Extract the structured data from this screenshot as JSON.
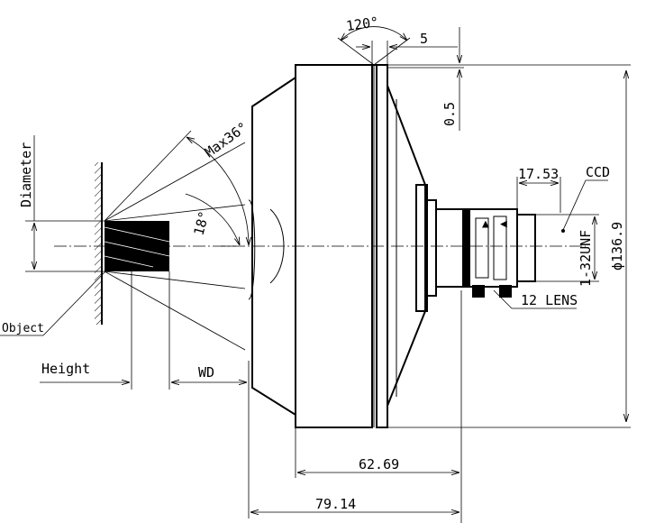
{
  "dimensions": {
    "angle_top": "120°",
    "rim_width": "5",
    "rim_offset": "0.5",
    "adapter_length": "17.53",
    "diameter": "ϕ136.9",
    "thread": "1-32UNF",
    "body_length": "62.69",
    "total_length": "79.14",
    "field_angle_max": "Max36°",
    "field_angle": "18°"
  },
  "labels": {
    "ccd": "CCD",
    "lens": "12 LENS",
    "diameter": "Diameter",
    "object": "Object",
    "height": "Height",
    "wd": "WD"
  }
}
